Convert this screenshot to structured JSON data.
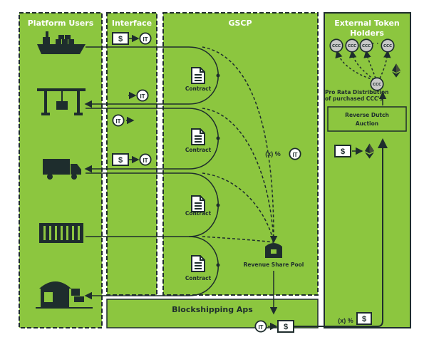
{
  "columns": {
    "platform_users": "Platform Users",
    "interface": "Interface",
    "gscp": "GSCP",
    "external_line1": "External Token",
    "external_line2": "Holders"
  },
  "bottom_bar": "Blockshipping Aps",
  "contract_label": "Contract",
  "revenue_pool": "Revenue Share Pool",
  "reverse_auction_line1": "Reverse Dutch",
  "reverse_auction_line2": "Auction",
  "pro_rata_line1": "Pro Rata Distribution",
  "pro_rata_line2": "of purchased CCC's",
  "token_it": "IT",
  "token_usd": "$",
  "token_ccc": "CCC",
  "percent_it": "(x) %",
  "percent_usd": "(x) %",
  "colors": {
    "green": "#8cc63f",
    "dark": "#1e2d2d",
    "white": "#ffffff"
  },
  "icons": [
    "ship-icon",
    "crane-icon",
    "truck-icon",
    "container-icon",
    "warehouse-icon",
    "chest-icon",
    "ethereum-icon",
    "document-icon"
  ]
}
